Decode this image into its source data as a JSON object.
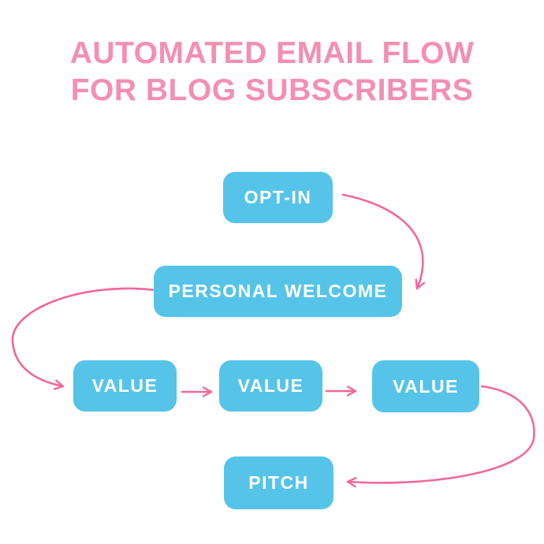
{
  "title": {
    "line1": "AUTOMATED EMAIL FLOW",
    "line2": "FOR BLOG SUBSCRIBERS"
  },
  "nodes": [
    {
      "id": "opt-in",
      "label": "OPT-IN"
    },
    {
      "id": "personal-welcome",
      "label": "PERSONAL WELCOME"
    },
    {
      "id": "value-1",
      "label": "VALUE"
    },
    {
      "id": "value-2",
      "label": "VALUE"
    },
    {
      "id": "value-3",
      "label": "VALUE"
    },
    {
      "id": "pitch",
      "label": "PITCH"
    }
  ],
  "edges": [
    {
      "from": "opt-in",
      "to": "personal-welcome",
      "style": "curved-right-down"
    },
    {
      "from": "personal-welcome",
      "to": "value-1",
      "style": "curved-left-down"
    },
    {
      "from": "value-1",
      "to": "value-2",
      "style": "straight-right"
    },
    {
      "from": "value-2",
      "to": "value-3",
      "style": "straight-right"
    },
    {
      "from": "value-3",
      "to": "pitch",
      "style": "curved-right-down-back"
    }
  ],
  "colors": {
    "background": "#FFFFFF",
    "title_text": "#F48FB0",
    "node_fill": "#56C4E8",
    "node_text": "#FFFFFF",
    "arrow": "#F0689B"
  }
}
